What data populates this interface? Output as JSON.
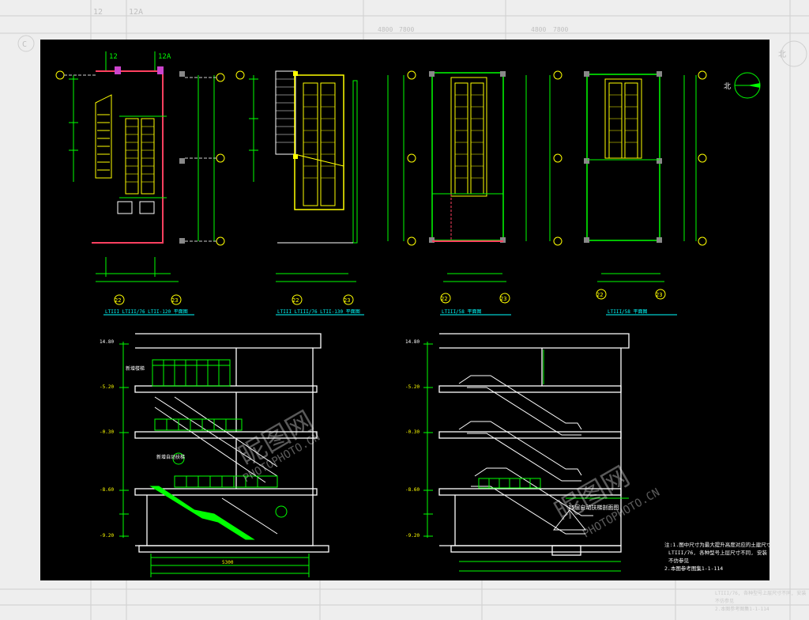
{
  "bg_grid": {
    "top_labels": [
      "12",
      "12A",
      "4800",
      "7800",
      "4800",
      "7800"
    ],
    "left_label": "C",
    "right_label": "北",
    "bottom_note_lines": [
      "LTIII/76, 各种型号上层尺寸不同, 安装",
      "不仿参见",
      "2.本图参考图集1-1-114"
    ]
  },
  "plans": [
    {
      "grid_top": [
        "12",
        "12A"
      ],
      "bottom_axes": [
        "22",
        "23"
      ],
      "title": "LTIII LTIII/76 LTII-120 平面图"
    },
    {
      "grid_top": [],
      "bottom_axes": [
        "22",
        "23"
      ],
      "title": "LTIII LTIII/76 LTII-130 平面图"
    },
    {
      "grid_top": [],
      "bottom_axes": [
        "22",
        "23"
      ],
      "title": "LTIII/58 平面图"
    },
    {
      "grid_top": [],
      "bottom_axes": [
        "22",
        "23"
      ],
      "title": "LTIII/58 平面图"
    }
  ],
  "north_arrow": {
    "label": "北"
  },
  "sections": [
    {
      "elevations": [
        "14.80",
        "-5.20",
        "-0.30",
        "-8.60",
        "-9.20"
      ],
      "labels": [
        "新增楼梯",
        "新增自动扶梯",
        "5300"
      ]
    },
    {
      "elevations": [
        "14.80",
        "-5.20",
        "-0.30",
        "-8.60",
        "-9.20"
      ],
      "labels": [
        "15层自动扶梯剖面图"
      ]
    }
  ],
  "notes": {
    "lines": [
      "注:1.图中尺寸为最大提升高度对应的土建尺寸,",
      "LTIII/76, 各种型号上层尺寸不同, 安装",
      "不仿参见",
      "2.本图参考图集1-1-114"
    ]
  },
  "watermark": {
    "text": "昵图网",
    "url": "PHOTOPHOTO.CN"
  },
  "colors": {
    "background": "#000000",
    "frame": "#eeeeee",
    "green": "#00ff00",
    "yellow": "#ffff00",
    "cyan": "#00ffff",
    "white": "#ffffff",
    "magenta": "#ff00ff"
  }
}
